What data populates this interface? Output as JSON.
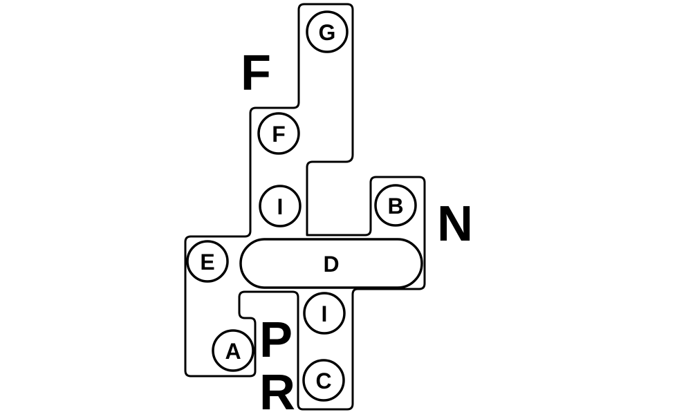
{
  "zones": {
    "f": "F",
    "n": "N",
    "p": "P",
    "r": "R"
  },
  "points": {
    "g": "G",
    "f": "F",
    "i_upper": "I",
    "b": "B",
    "e": "E",
    "d": "D",
    "i_lower": "I",
    "a": "A",
    "c": "C"
  }
}
